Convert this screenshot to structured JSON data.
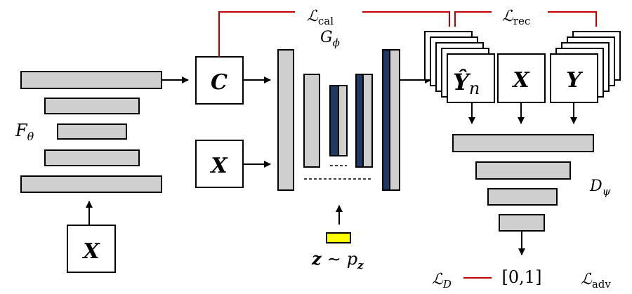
{
  "feature_extractor": {
    "label": "F",
    "sub": "θ"
  },
  "input_bottom": {
    "label": "X"
  },
  "condition_box": {
    "label": "C"
  },
  "input_mid": {
    "label": "X"
  },
  "generator": {
    "label": "G",
    "sub": "ϕ"
  },
  "noise": {
    "z": "z",
    "sim": "∼",
    "p": "p",
    "pz": "z"
  },
  "outputs": {
    "yhat": "Ŷ",
    "yhat_sub": "n",
    "x": "X",
    "y": "Y"
  },
  "discriminator": {
    "label": "D",
    "sub": "ψ"
  },
  "losses": {
    "cal": {
      "label": "ℒ",
      "sub": "cal"
    },
    "rec": {
      "label": "ℒ",
      "sub": "rec"
    },
    "d": {
      "label": "ℒ",
      "sub": "D"
    },
    "adv": {
      "label": "ℒ",
      "sub": "adv"
    },
    "range": "[0,1]"
  },
  "colors": {
    "bar_fill": "#cfcfcf",
    "stroke": "#000000",
    "loss_line": "#c00000",
    "navy": "#1f3864",
    "noise_fill": "#ffff00"
  }
}
